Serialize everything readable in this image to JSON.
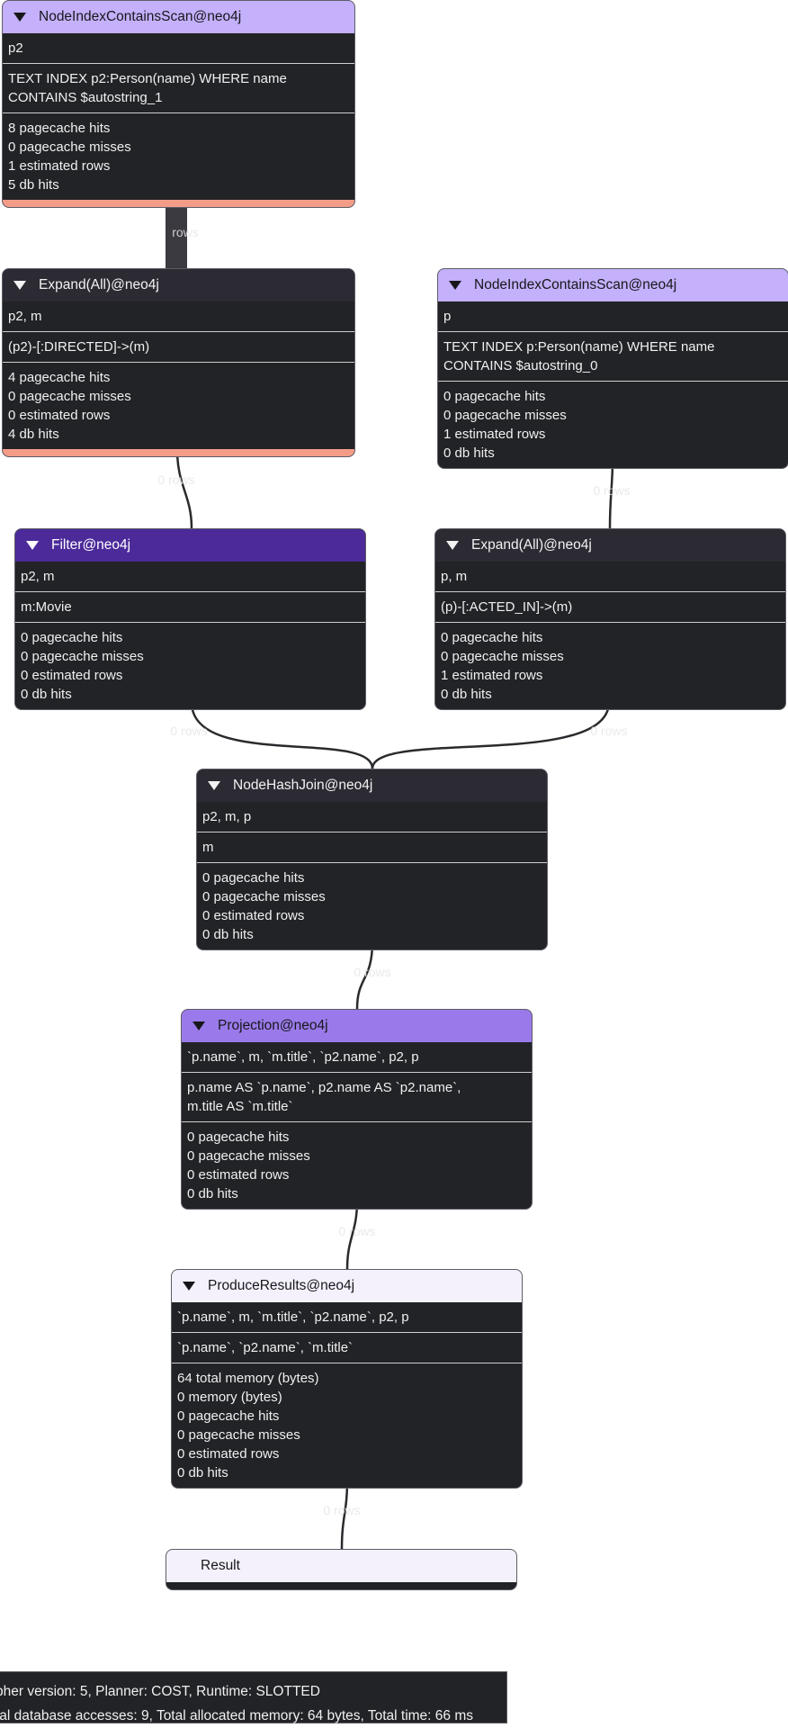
{
  "operators": [
    {
      "id": "nics1",
      "title": "NodeIndexContainsScan@neo4j",
      "header_bg": "#c4b0fb",
      "header_fg": "#17171a",
      "bar": "#f39d89",
      "sections": [
        [
          "p2"
        ],
        [
          "TEXT INDEX p2:Person(name) WHERE name",
          "CONTAINS $autostring_1"
        ]
      ],
      "stats": [
        "8 pagecache hits",
        "0 pagecache misses",
        "1 estimated rows",
        "5 db hits"
      ]
    },
    {
      "id": "expand1",
      "title": "Expand(All)@neo4j",
      "header_bg": "#2c2b33",
      "header_fg": "#f2f2f2",
      "bar": "#f39d89",
      "sections": [
        [
          "p2, m"
        ],
        [
          "(p2)-[:DIRECTED]->(m)"
        ]
      ],
      "stats": [
        "4 pagecache hits",
        "0 pagecache misses",
        "0 estimated rows",
        "4 db hits"
      ]
    },
    {
      "id": "nics2",
      "title": "NodeIndexContainsScan@neo4j",
      "header_bg": "#c4b0fb",
      "header_fg": "#17171a",
      "bar": null,
      "sections": [
        [
          "p"
        ],
        [
          "TEXT INDEX p:Person(name) WHERE name",
          "CONTAINS $autostring_0"
        ]
      ],
      "stats": [
        "0 pagecache hits",
        "0 pagecache misses",
        "1 estimated rows",
        "0 db hits"
      ]
    },
    {
      "id": "filter",
      "title": "Filter@neo4j",
      "header_bg": "#4c2a9a",
      "header_fg": "#ffffff",
      "bar": null,
      "sections": [
        [
          "p2, m"
        ],
        [
          "m:Movie"
        ]
      ],
      "stats": [
        "0 pagecache hits",
        "0 pagecache misses",
        "0 estimated rows",
        "0 db hits"
      ]
    },
    {
      "id": "expand2",
      "title": "Expand(All)@neo4j",
      "header_bg": "#2c2b33",
      "header_fg": "#f2f2f2",
      "bar": null,
      "sections": [
        [
          "p, m"
        ],
        [
          "(p)-[:ACTED_IN]->(m)"
        ]
      ],
      "stats": [
        "0 pagecache hits",
        "0 pagecache misses",
        "1 estimated rows",
        "0 db hits"
      ]
    },
    {
      "id": "hashjoin",
      "title": "NodeHashJoin@neo4j",
      "header_bg": "#2c2b33",
      "header_fg": "#f2f2f2",
      "bar": null,
      "sections": [
        [
          "p2, m, p"
        ],
        [
          "m"
        ]
      ],
      "stats": [
        "0 pagecache hits",
        "0 pagecache misses",
        "0 estimated rows",
        "0 db hits"
      ]
    },
    {
      "id": "projection",
      "title": "Projection@neo4j",
      "header_bg": "#9a7aea",
      "header_fg": "#17171a",
      "bar": null,
      "sections": [
        [
          "`p.name`, m, `m.title`, `p2.name`, p2, p"
        ],
        [
          "p.name AS `p.name`, p2.name AS `p2.name`,",
          "m.title AS `m.title`"
        ]
      ],
      "stats": [
        "0 pagecache hits",
        "0 pagecache misses",
        "0 estimated rows",
        "0 db hits"
      ]
    },
    {
      "id": "produce",
      "title": "ProduceResults@neo4j",
      "header_bg": "#f4f1fd",
      "header_fg": "#17171a",
      "bar": null,
      "sections": [
        [
          "`p.name`, m, `m.title`, `p2.name`, p2, p"
        ],
        [
          "`p.name`, `p2.name`, `m.title`"
        ]
      ],
      "stats": [
        "64 total memory (bytes)",
        "0 memory (bytes)",
        "0 pagecache hits",
        "0 pagecache misses",
        "0 estimated rows",
        "0 db hits"
      ]
    },
    {
      "id": "result",
      "title": "Result",
      "header_bg": "#f4f1fd",
      "header_fg": "#17171a",
      "bar": null,
      "sections": [],
      "stats": [],
      "no_triangle": true
    }
  ],
  "edges": [
    {
      "label": "rows",
      "thick": true
    },
    {
      "label": "0 rows"
    },
    {
      "label": "0 rows"
    },
    {
      "label": "0 rows"
    },
    {
      "label": "0 rows"
    },
    {
      "label": "0 rows"
    },
    {
      "label": "0 rows"
    },
    {
      "label": "0 rows"
    }
  ],
  "footer": {
    "line1": "pher version: 5, Planner: COST, Runtime: SLOTTED",
    "line2": "tal database accesses: 9, Total allocated memory: 64 bytes, Total time: 66 ms"
  }
}
